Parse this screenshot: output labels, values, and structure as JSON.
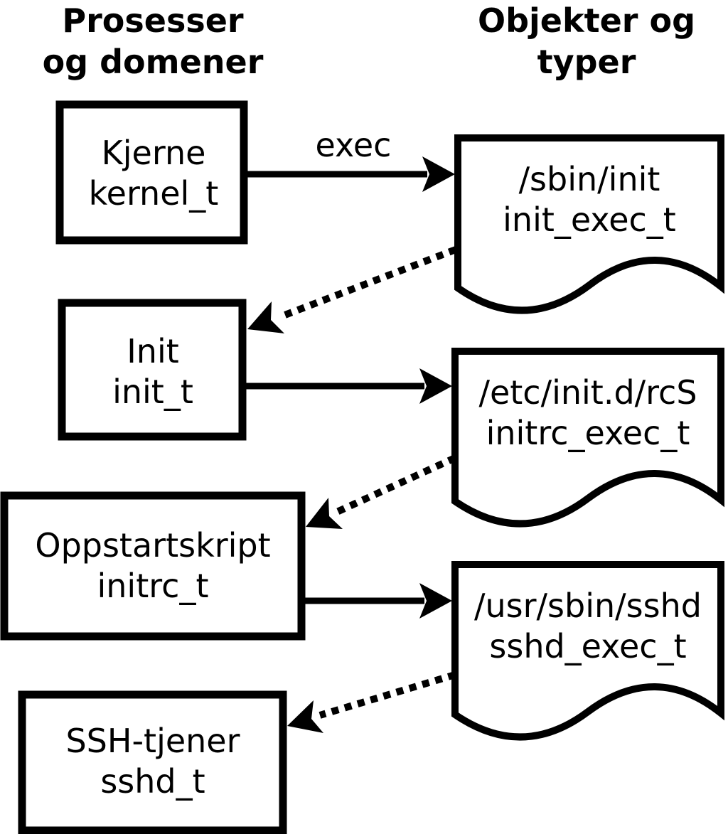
{
  "headers": {
    "left": {
      "line1": "Prosesser",
      "line2": "og domener"
    },
    "right": {
      "line1": "Objekter og",
      "line2": "typer"
    }
  },
  "processes": [
    {
      "name": "Kjerne",
      "domain": "kernel_t"
    },
    {
      "name": "Init",
      "domain": "init_t"
    },
    {
      "name": "Oppstartskript",
      "domain": "initrc_t"
    },
    {
      "name": "SSH-tjener",
      "domain": "sshd_t"
    }
  ],
  "objects": [
    {
      "path": "/sbin/init",
      "type": "init_exec_t"
    },
    {
      "path": "/etc/init.d/rcS",
      "type": "initrc_exec_t"
    },
    {
      "path": "/usr/sbin/sshd",
      "type": "sshd_exec_t"
    }
  ],
  "labels": {
    "exec": "exec"
  },
  "colors": {
    "ink": "#000000",
    "paper": "#ffffff"
  }
}
